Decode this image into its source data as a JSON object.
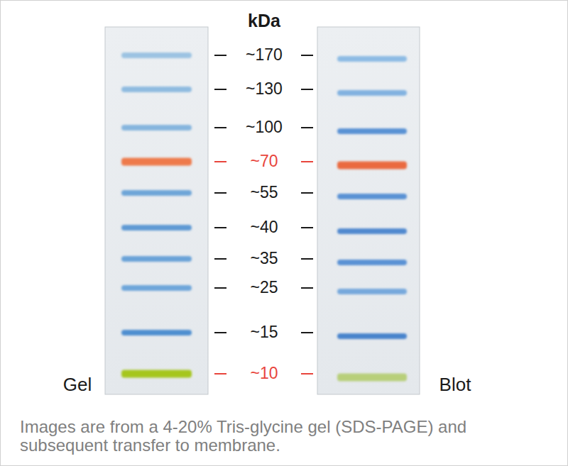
{
  "diagram": {
    "caption": "Images are from a 4-20% Tris-glycine gel (SDS-PAGE) and subsequent transfer to membrane.",
    "labels": [
      "kDa",
      "~170",
      "~130",
      "~100",
      "~70",
      "~55",
      "~40",
      "~35",
      "~25",
      "~15",
      "~10",
      "Gel",
      "Blot"
    ]
  }
}
